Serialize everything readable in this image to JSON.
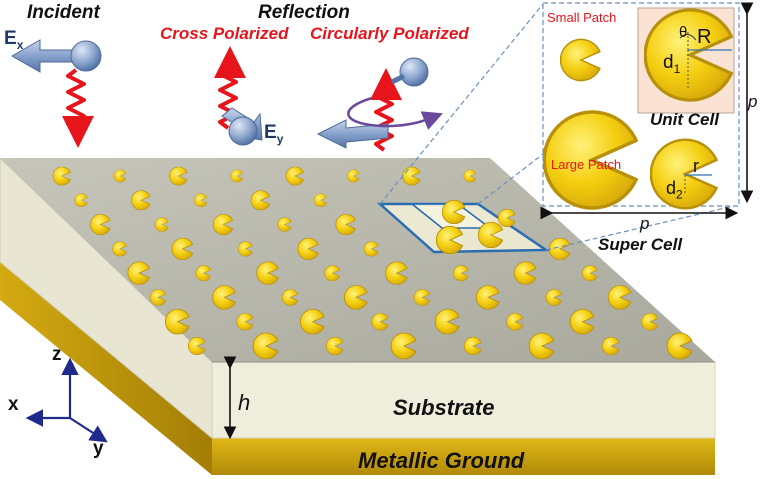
{
  "header": {
    "incident": "Incident",
    "reflection": "Reflection",
    "cross_polarized": "Cross Polarized",
    "circularly_polarized": "Circularly Polarized"
  },
  "field_labels": {
    "ex_main": "E",
    "ex_sub": "x",
    "ey_main": "E",
    "ey_sub": "y"
  },
  "inset": {
    "small_patch": "Small Patch",
    "large_patch": "Large Patch",
    "unit_cell": "Unit Cell",
    "super_cell": "Super Cell",
    "theta": "θ",
    "R": "R",
    "r": "r",
    "d": "d",
    "d1_sub": "1",
    "d2_sub": "2",
    "p_right": "p",
    "p_bottom": "p"
  },
  "structure": {
    "substrate": "Substrate",
    "metallic_ground": "Metallic Ground",
    "h": "h"
  },
  "axes": {
    "z": "z",
    "x": "x",
    "y": "y"
  },
  "colors": {
    "gold": "#f2c811",
    "gold_edge": "#b8900b",
    "substrate_top": "#b9b8ad",
    "substrate_side": "#efeedd",
    "ground": "#c9a10f",
    "wave_red": "#e8141b",
    "arrow_blue": "#6f8fbf",
    "dark_blue": "#1f3a93",
    "inset_bg": "#fbe3d4",
    "cell_outline": "#2a6db0"
  }
}
